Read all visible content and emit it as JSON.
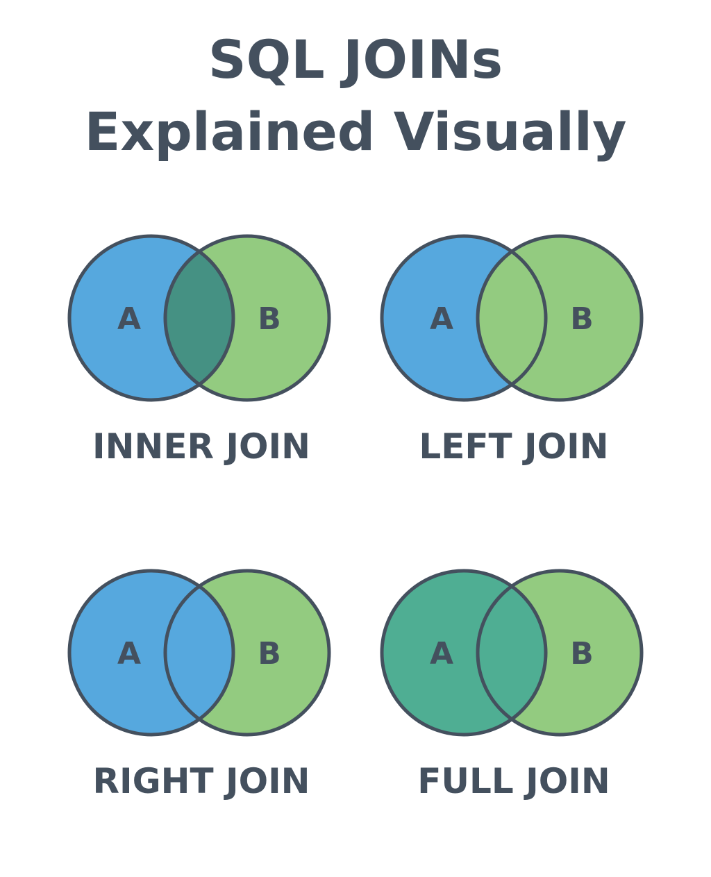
{
  "title": {
    "line1": "SQL JOINs",
    "line2": "Explained Visually"
  },
  "colors": {
    "set_a": "#56a8de",
    "set_b": "#93cb80",
    "overlap_dark": "#459183",
    "full_fill": "#4fae93",
    "outline": "#44505e",
    "text": "#44505e"
  },
  "diagrams": [
    {
      "label": "INNER JOIN",
      "set_a_label": "A",
      "set_b_label": "B",
      "fills": {
        "a_only": "set_a",
        "overlap": "overlap_dark",
        "b_only": "set_b"
      }
    },
    {
      "label": "LEFT JOIN",
      "set_a_label": "A",
      "set_b_label": "B",
      "fills": {
        "a_only": "set_a",
        "overlap": "set_b",
        "b_only": "set_b"
      }
    },
    {
      "label": "RIGHT JOIN",
      "set_a_label": "A",
      "set_b_label": "B",
      "fills": {
        "a_only": "set_a",
        "overlap": "set_a",
        "b_only": "set_b"
      }
    },
    {
      "label": "FULL JOIN",
      "set_a_label": "A",
      "set_b_label": "B",
      "fills": {
        "a_only": "full_fill",
        "overlap": "full_fill",
        "b_only": "set_b"
      }
    }
  ]
}
